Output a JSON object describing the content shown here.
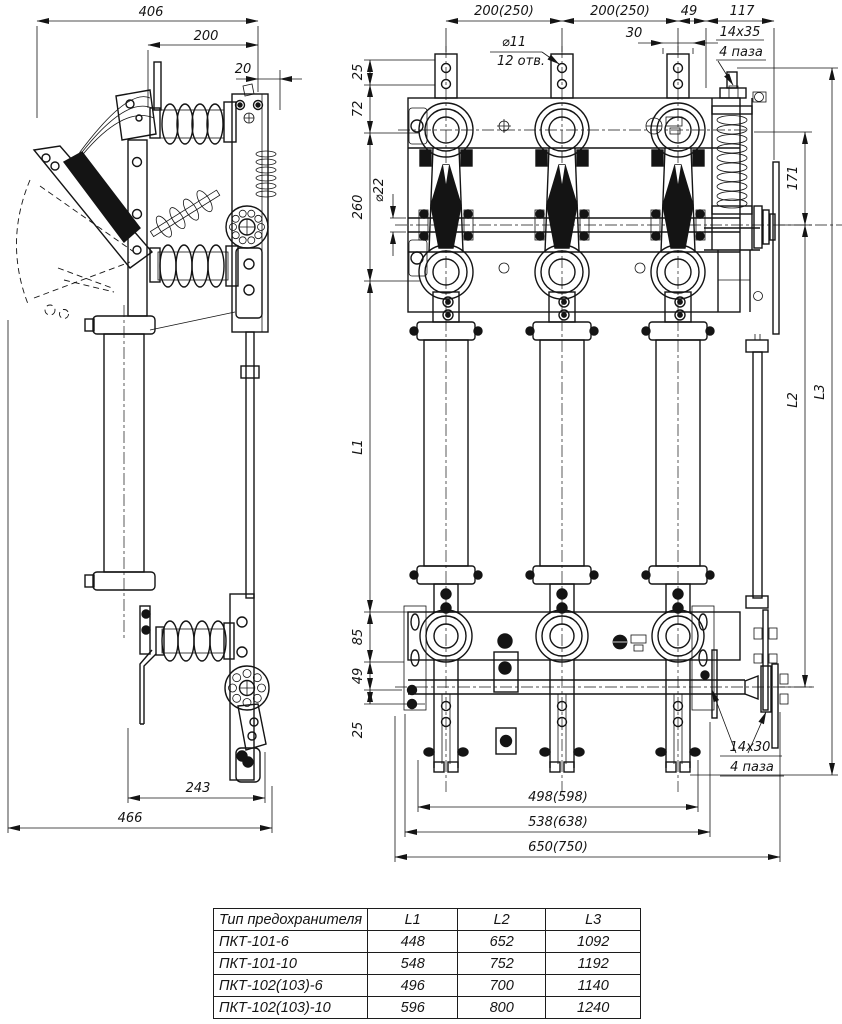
{
  "colors": {
    "ink": "#141414",
    "background": "#ffffff"
  },
  "dims": {
    "d406": "406",
    "d200": "200",
    "d20": "20",
    "d243": "243",
    "d466": "466",
    "span1": "200(250)",
    "span2": "200(250)",
    "d49top": "49",
    "d117": "117",
    "d30": "30",
    "dia11": "⌀11",
    "holes11": "12 отв.",
    "slot_top": "14x35",
    "slot_top_note": "4 паза",
    "d25top": "25",
    "d72": "72",
    "d260": "260",
    "dia22": "⌀22",
    "L1": "L1",
    "d85": "85",
    "d49bot": "49",
    "d25bot": "25",
    "d171": "171",
    "L2": "L2",
    "L3": "L3",
    "d498": "498(598)",
    "d538": "538(638)",
    "d650": "650(750)",
    "slot_bot": "14x30",
    "slot_bot_note": "4 паза"
  },
  "table": {
    "headers": [
      "Тип предохранителя",
      "L1",
      "L2",
      "L3"
    ],
    "rows": [
      [
        "ПКТ-101-6",
        "448",
        "652",
        "1092"
      ],
      [
        "ПКТ-101-10",
        "548",
        "752",
        "1192"
      ],
      [
        "ПКТ-102(103)-6",
        "496",
        "700",
        "1140"
      ],
      [
        "ПКТ-102(103)-10",
        "596",
        "800",
        "1240"
      ]
    ]
  }
}
